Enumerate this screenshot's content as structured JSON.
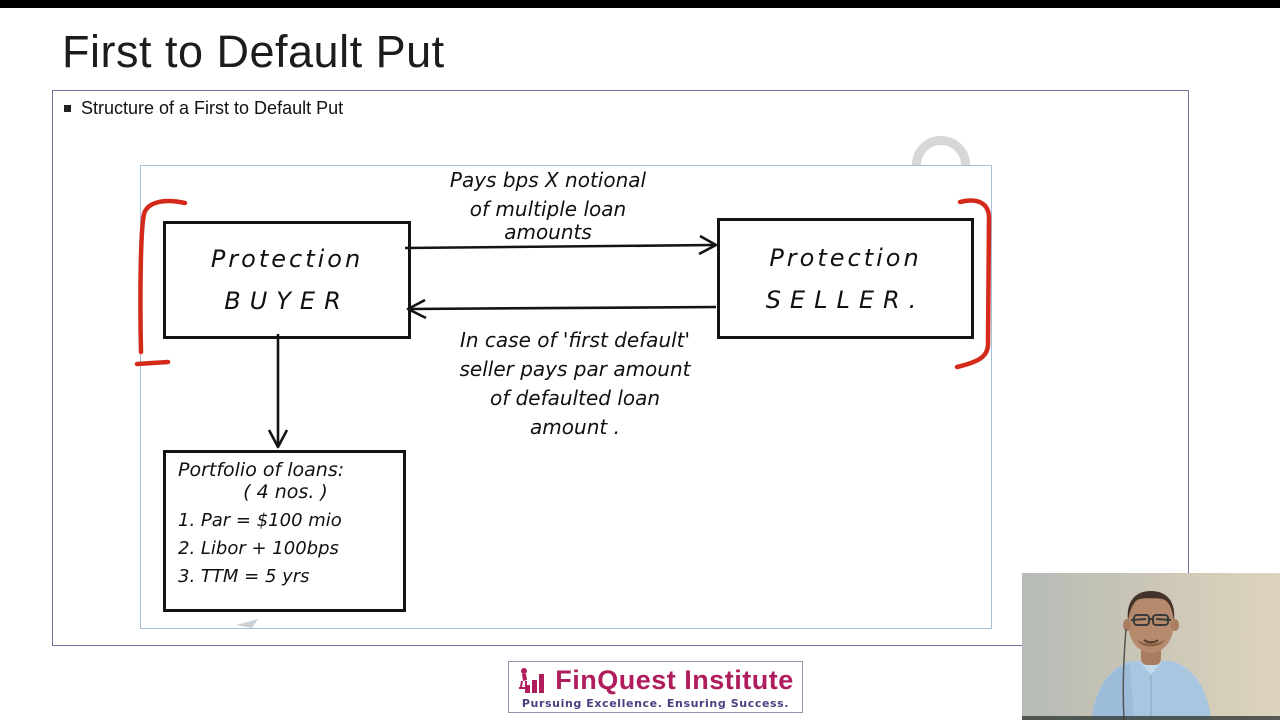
{
  "slide": {
    "title": "First to Default Put",
    "bullet": "Structure of a First to Default Put"
  },
  "diagram": {
    "buyer": {
      "line1": "Protection",
      "line2": "BUYER"
    },
    "seller": {
      "line1": "Protection",
      "line2": "SELLER."
    },
    "top_arrow_label": {
      "line1": "Pays bps X notional",
      "line2": "of multiple loan",
      "line3": "amounts"
    },
    "bottom_arrow_label": {
      "line1": "In case of 'first default'",
      "line2": "seller pays par amount",
      "line3": "of defaulted loan",
      "line4": "amount ."
    },
    "portfolio": {
      "title": "Portfolio of loans:",
      "subtitle": "( 4 nos. )",
      "items": [
        "1. Par = $100 mio",
        "2. Libor + 100bps",
        "3. TTM = 5 yrs"
      ]
    }
  },
  "logo": {
    "name": "FinQuest Institute",
    "tagline": "Pursuing Excellence. Ensuring Success.",
    "icon": "bar-chart-climber-icon"
  },
  "colors": {
    "brand_crimson": "#b01d5c",
    "tagline_purple": "#4a4080",
    "content_border_purple": "#7c6a9a",
    "whiteboard_border_blue": "#a7c0d9",
    "annotation_red": "#d42a1c"
  }
}
